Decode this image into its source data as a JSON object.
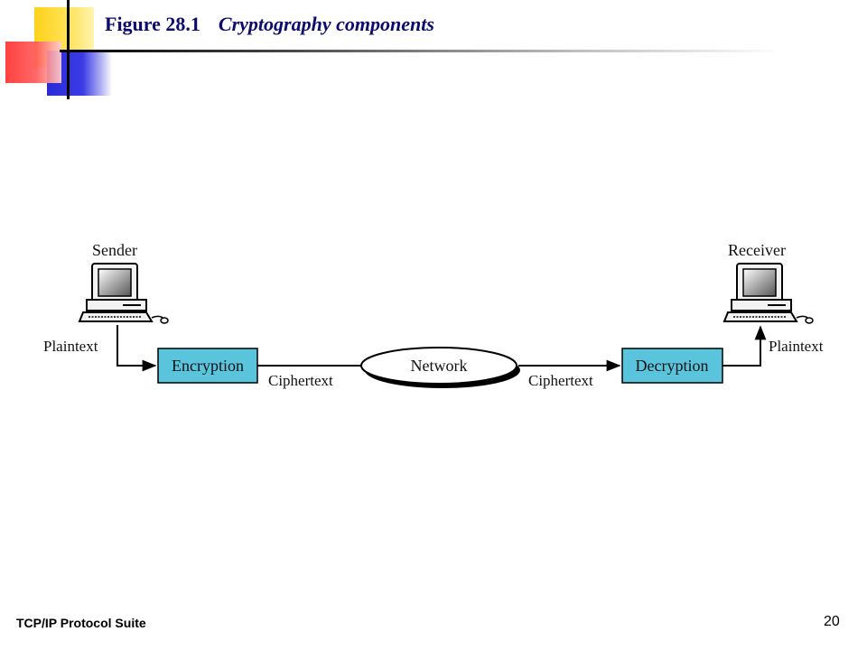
{
  "slide": {
    "figure_number": "Figure 28.1",
    "figure_title": "Cryptography components",
    "footer_title": "TCP/IP Protocol Suite",
    "page_number": "20"
  },
  "diagram": {
    "sender_label": "Sender",
    "receiver_label": "Receiver",
    "sender_plaintext": "Plaintext",
    "receiver_plaintext": "Plaintext",
    "encryption_label": "Encryption",
    "decryption_label": "Decryption",
    "network_label": "Network",
    "ciphertext_left": "Ciphertext",
    "ciphertext_right": "Ciphertext",
    "box_color": "#5bc4dd"
  }
}
